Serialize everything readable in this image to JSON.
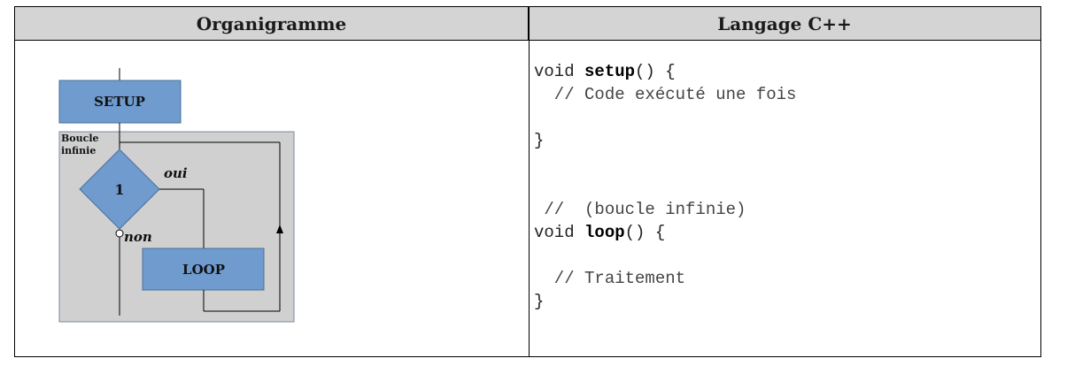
{
  "table": {
    "header_left": "Organigramme",
    "header_right": "Langage C++"
  },
  "flowchart": {
    "setup_label": "SETUP",
    "loop_region_label_line1": "Boucle",
    "loop_region_label_line2": "infinie",
    "decision_label": "1",
    "yes_label": "oui",
    "no_label": "non",
    "loop_label": "LOOP",
    "colors": {
      "box_fill": "#6f9bcf",
      "box_border": "#4a6f9a",
      "region_fill": "#d0d0d0",
      "header_fill": "#d4d4d4"
    }
  },
  "code": {
    "l1_pre": "void ",
    "l1_kw": "setup",
    "l1_post": "() {",
    "l2": "  // Code exécuté une fois",
    "l3": "",
    "l4": "}",
    "l5": "",
    "l6": "",
    "l7": " //  (boucle infinie)",
    "l8_pre": "void ",
    "l8_kw": "loop",
    "l8_post": "() {",
    "l9": "",
    "l10": "  // Traitement",
    "l11": "}"
  }
}
